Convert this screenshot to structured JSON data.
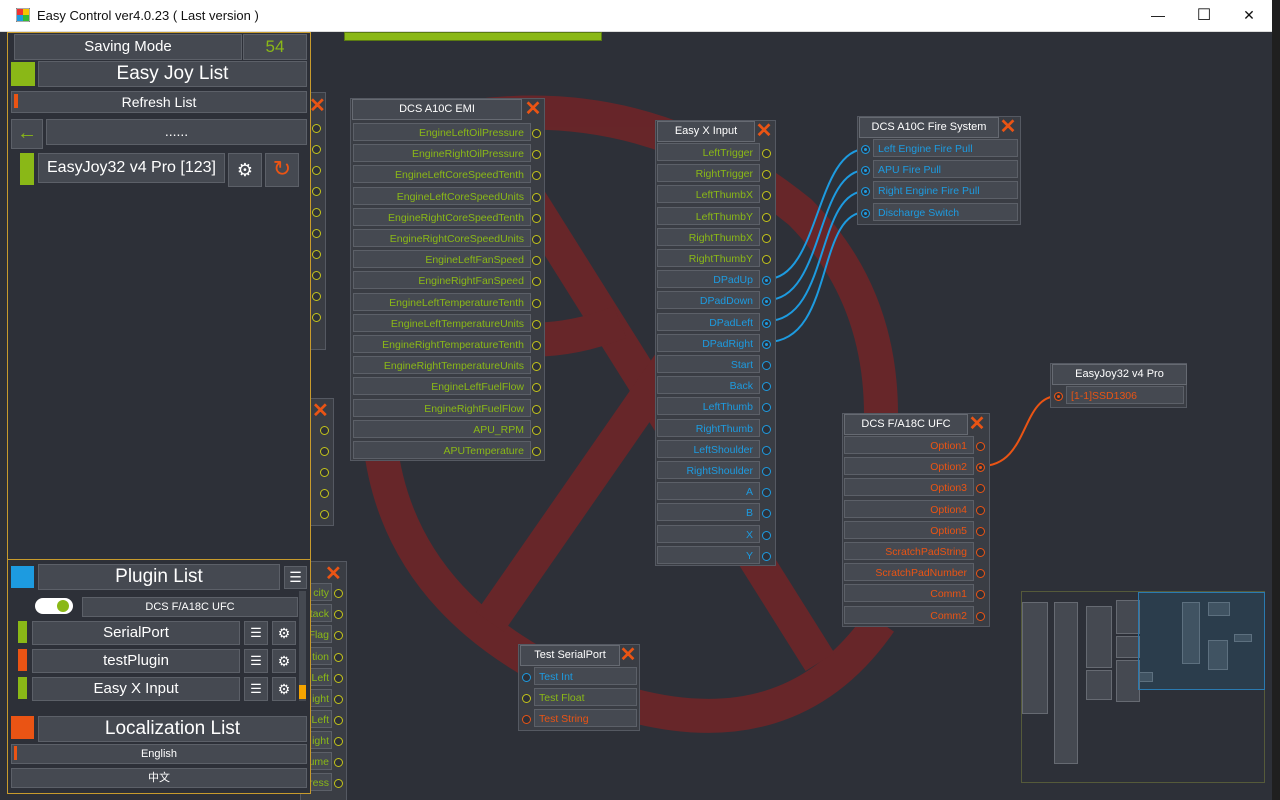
{
  "window": {
    "title": "Easy Control ver4.0.23 ( Last version )",
    "min": "—",
    "max": "☐",
    "close": "✕"
  },
  "left_panel": {
    "saving_mode": "Saving Mode",
    "saving_value": "54",
    "easy_joy_list": "Easy Joy List",
    "refresh_list": "Refresh List",
    "dots": "......",
    "device": "EasyJoy32 v4 Pro [123]",
    "plugin_list": "Plugin List",
    "toggle_item": "DCS F/A18C UFC",
    "plugins": [
      {
        "label": "SerialPort",
        "color": "#8ab817"
      },
      {
        "label": "testPlugin",
        "color": "#ea5414"
      },
      {
        "label": "Easy X Input",
        "color": "#8ab817"
      }
    ],
    "localization_list": "Localization List",
    "lang_en": "English",
    "lang_zh": "中文"
  },
  "nodes": {
    "a10c_emi": {
      "title": "DCS A10C EMI",
      "ports": [
        "EngineLeftOilPressure",
        "EngineRightOilPressure",
        "EngineLeftCoreSpeedTenth",
        "EngineLeftCoreSpeedUnits",
        "EngineRightCoreSpeedTenth",
        "EngineRightCoreSpeedUnits",
        "EngineLeftFanSpeed",
        "EngineRightFanSpeed",
        "EngineLeftTemperatureTenth",
        "EngineLeftTemperatureUnits",
        "EngineRightTemperatureTenth",
        "EngineRightTemperatureUnits",
        "EngineLeftFuelFlow",
        "EngineRightFuelFlow",
        "APU_RPM",
        "APUTemperature"
      ]
    },
    "xinput": {
      "title": "Easy X Input",
      "ports": [
        {
          "l": "LeftTrigger",
          "c": "g"
        },
        {
          "l": "RightTrigger",
          "c": "g"
        },
        {
          "l": "LeftThumbX",
          "c": "g"
        },
        {
          "l": "LeftThumbY",
          "c": "g"
        },
        {
          "l": "RightThumbX",
          "c": "g"
        },
        {
          "l": "RightThumbY",
          "c": "g"
        },
        {
          "l": "DPadUp",
          "c": "b"
        },
        {
          "l": "DPadDown",
          "c": "b"
        },
        {
          "l": "DPadLeft",
          "c": "b"
        },
        {
          "l": "DPadRight",
          "c": "b"
        },
        {
          "l": "Start",
          "c": "b"
        },
        {
          "l": "Back",
          "c": "b"
        },
        {
          "l": "LeftThumb",
          "c": "b"
        },
        {
          "l": "RightThumb",
          "c": "b"
        },
        {
          "l": "LeftShoulder",
          "c": "b"
        },
        {
          "l": "RightShoulder",
          "c": "b"
        },
        {
          "l": "A",
          "c": "b"
        },
        {
          "l": "B",
          "c": "b"
        },
        {
          "l": "X",
          "c": "b"
        },
        {
          "l": "Y",
          "c": "b"
        }
      ]
    },
    "a10c_fire": {
      "title": "DCS A10C Fire System",
      "ports": [
        "Left Engine Fire Pull",
        "APU Fire Pull",
        "Right Engine Fire Pull",
        "Discharge Switch"
      ]
    },
    "easyjoy": {
      "title": "EasyJoy32 v4 Pro",
      "ports": [
        "[1-1]SSD1306"
      ]
    },
    "fa18c_ufc": {
      "title": "DCS F/A18C UFC",
      "ports": [
        "Option1",
        "Option2",
        "Option3",
        "Option4",
        "Option5",
        "ScratchPadString",
        "ScratchPadNumber",
        "Comm1",
        "Comm2"
      ]
    },
    "test_serial": {
      "title": "Test SerialPort",
      "ports": [
        {
          "l": "Test Int",
          "c": "b"
        },
        {
          "l": "Test Float",
          "c": "g"
        },
        {
          "l": "Test String",
          "c": "o"
        }
      ]
    },
    "partial_nodes": {
      "labels": [
        "city",
        "tack",
        "Flag",
        "tion",
        "Left",
        "ight",
        "Left",
        "ight",
        "ume",
        "ress"
      ]
    }
  },
  "colors": {
    "green": "#8ab817",
    "blue": "#1d9be0",
    "orange": "#ea5414",
    "bg": "#2d3038"
  }
}
